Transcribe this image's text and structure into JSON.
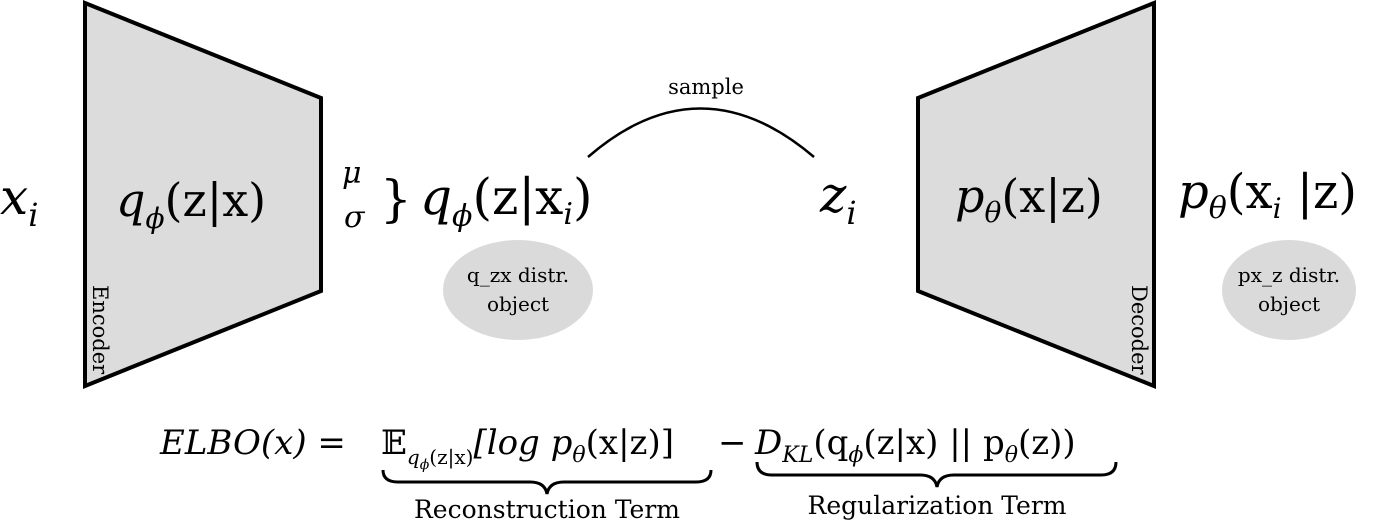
{
  "colors": {
    "block_fill": "#dcdcdc",
    "stroke": "#000000",
    "ellipse_fill": "#dadada"
  },
  "input": {
    "base": "x",
    "sub": "i"
  },
  "encoder": {
    "label": "Encoder",
    "q": "q",
    "phi": "ϕ",
    "args": "(z|x)"
  },
  "params": {
    "mu": "μ",
    "sigma": "σ",
    "brace": "}"
  },
  "posterior": {
    "q": "q",
    "phi": "ϕ",
    "args_open": "(z|x",
    "args_sub": "i",
    "args_close": ")"
  },
  "q_zx_object": {
    "line1": "q_zx distr.",
    "line2": "object"
  },
  "sample": {
    "label": "sample"
  },
  "latent": {
    "base": "z",
    "sub": "i"
  },
  "decoder": {
    "label": "Decoder",
    "p": "p",
    "theta": "θ",
    "args": "(x|z)"
  },
  "likelihood": {
    "p": "p",
    "theta": "θ",
    "args_open": "(x",
    "args_sub": "i",
    "args_close": " |z)"
  },
  "px_z_object": {
    "line1": "px_z distr.",
    "line2": "object"
  },
  "elbo": {
    "lhs": "ELBO(x) =",
    "expect": "𝔼",
    "expect_sub_q": "q",
    "expect_sub_phi": "ϕ",
    "expect_sub_args": "(z|x)",
    "bracket_open": "[log p",
    "bracket_theta": "θ",
    "bracket_close": "(x|z)]",
    "minus": "−",
    "kl_d": "D",
    "kl_sub": "KL",
    "kl_open": "(q",
    "kl_phi": "ϕ",
    "kl_mid": "(z|x) || p",
    "kl_theta": "θ",
    "kl_close": "(z))",
    "reconstruction_label": "Reconstruction Term",
    "regularization_label": "Regularization Term"
  }
}
